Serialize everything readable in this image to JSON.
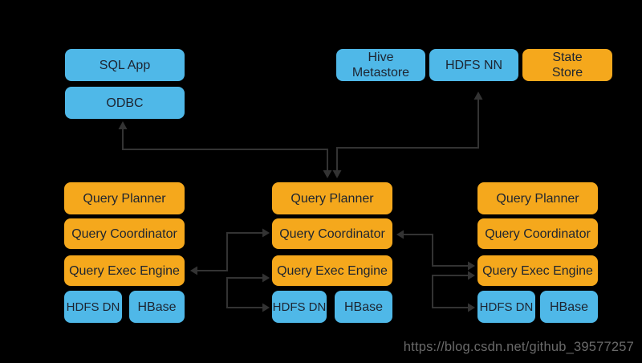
{
  "client": {
    "sql_app": "SQL App",
    "odbc": "ODBC"
  },
  "services": {
    "hive_metastore": "Hive\nMetastore",
    "hdfs_nn": "HDFS NN",
    "state_store": "State\nStore"
  },
  "impalad_nodes": [
    {
      "planner": "Query Planner",
      "coordinator": "Query Coordinator",
      "exec_engine": "Query Exec Engine",
      "hdfs_dn": "HDFS DN",
      "hbase": "HBase"
    },
    {
      "planner": "Query Planner",
      "coordinator": "Query Coordinator",
      "exec_engine": "Query Exec Engine",
      "hdfs_dn": "HDFS DN",
      "hbase": "HBase"
    },
    {
      "planner": "Query Planner",
      "coordinator": "Query Coordinator",
      "exec_engine": "Query Exec Engine",
      "hdfs_dn": "HDFS DN",
      "hbase": "HBase"
    }
  ],
  "watermark": "https://blog.csdn.net/github_39577257",
  "colors": {
    "background": "#000000",
    "blue_box": "#4FB8E8",
    "orange_box": "#F5A81C",
    "box_text": "#1D2430",
    "arrow": "#333333",
    "watermark_text": "#6A6A6A"
  }
}
